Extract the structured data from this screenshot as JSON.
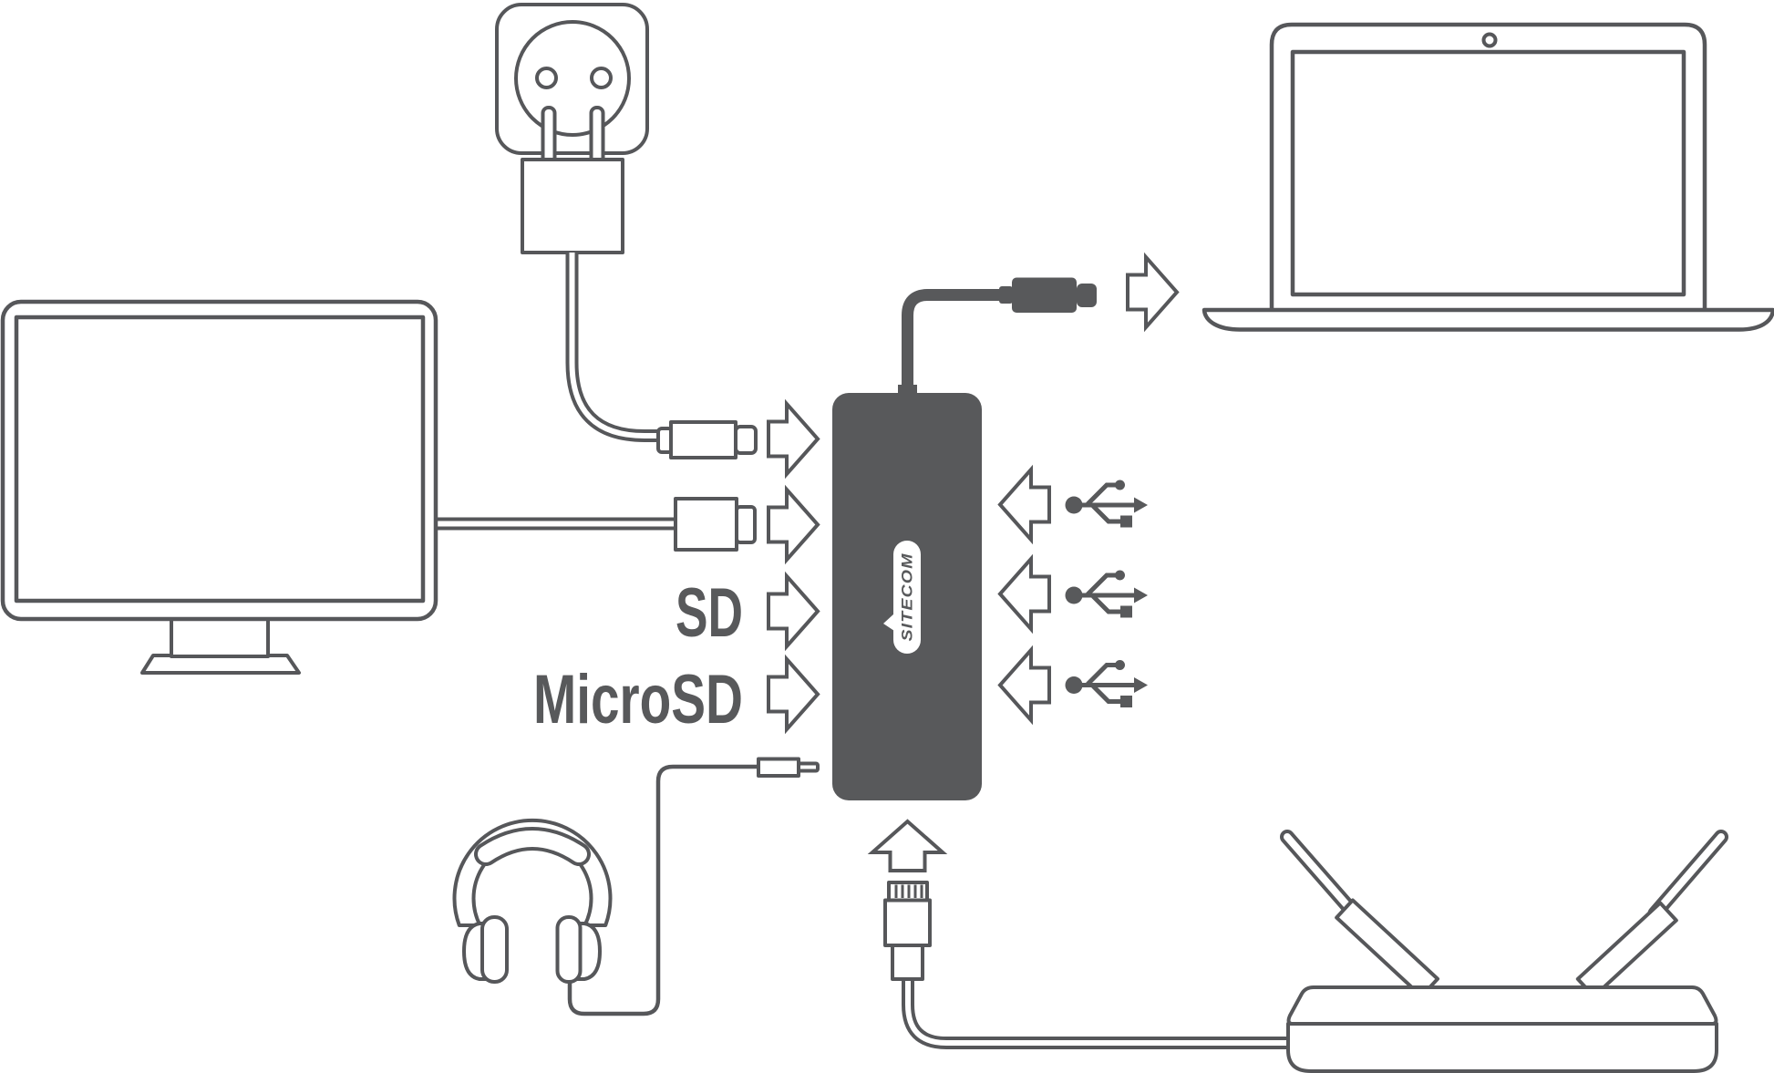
{
  "colors": {
    "ink": "#58595b",
    "outline": "#56575a",
    "background": "#ffffff"
  },
  "hub": {
    "brand": "SITECOM"
  },
  "labels": {
    "sd": "SD",
    "microsd": "MicroSD"
  },
  "icons": {
    "devices": [
      "power-outlet-icon",
      "monitor-icon",
      "laptop-icon",
      "headphones-icon",
      "router-icon",
      "usb-hub-icon"
    ],
    "connectors": [
      "usb-power-connector-icon",
      "hdmi-connector-icon",
      "usb-c-connector-icon",
      "audio-jack-connector-icon",
      "ethernet-connector-icon"
    ],
    "symbols": [
      "usb-trident-icon",
      "arrow-right-icon",
      "arrow-left-icon",
      "arrow-up-icon"
    ]
  }
}
